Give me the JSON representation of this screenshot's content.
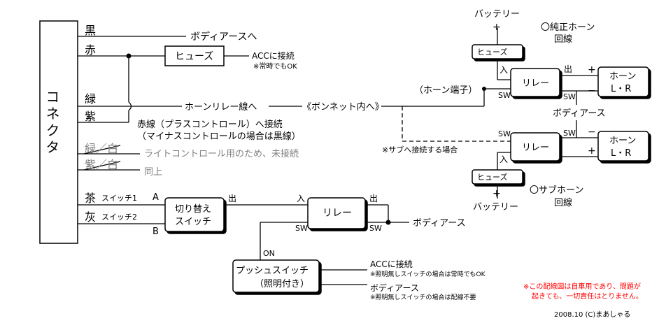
{
  "connector": {
    "label": "コネクタ"
  },
  "wires": {
    "black": {
      "color_label": "黒",
      "dest": "ボディアースへ"
    },
    "red": {
      "color_label": "赤",
      "fuse": "ヒューズ",
      "dest": "ACCに接続",
      "note": "※常時でもOK"
    },
    "green": {
      "color_label": "緑",
      "dest": "ホーンリレー線へ",
      "bonnet": "《ボンネット内へ》",
      "horn_terminal": "（ホーン端子）"
    },
    "purple": {
      "color_label": "紫",
      "note_line1": "赤線（プラスコントロール）へ接続",
      "note_line2": "（マイナスコントロールの場合は黒線）"
    },
    "green_white": {
      "color_label": "緑／白",
      "note": "ライトコントロール用のため、未接続"
    },
    "purple_white": {
      "color_label": "紫／白",
      "note": "同上"
    },
    "brown": {
      "color_label": "茶",
      "switch_label": "スイッチ1",
      "terminal": "A"
    },
    "gray": {
      "color_label": "灰",
      "switch_label": "スイッチ2",
      "terminal": "B"
    }
  },
  "selector_switch": {
    "line1": "切り替え",
    "line2": "スイッチ",
    "out_label": "出"
  },
  "low_relay": {
    "label": "リレー",
    "in": "入",
    "out": "出",
    "sw_left": "SW",
    "sw_right": "SW",
    "ground": "ボディアース"
  },
  "push_switch": {
    "line1": "プッシュスイッチ",
    "line2": "（照明付き）",
    "on_label": "ON",
    "acc": "ACCに接続",
    "acc_note": "※照明無しスイッチの場合は常時でもOK",
    "ground": "ボディアース",
    "ground_note": "※照明無しスイッチの場合は配線不要"
  },
  "sub_note": "※サブへ接続する場合",
  "main_horn": {
    "battery": "バッテリー",
    "plus": "+",
    "fuse": "ヒューズ",
    "relay": "リレー",
    "in": "入",
    "out": "出",
    "sw_left": "SW",
    "sw_right": "SW",
    "horn_line1": "ホーン",
    "horn_line2": "L・R",
    "horn_plus": "+",
    "horn_minus": "−",
    "circuit_line1": "〇純正ホーン",
    "circuit_line2": "回線"
  },
  "body_ground_center": "ボディアース",
  "sub_horn": {
    "battery": "バッテリー",
    "plus": "+",
    "fuse": "ヒューズ",
    "relay": "リレー",
    "in": "入",
    "sw_left": "SW",
    "sw_right": "SW",
    "horn_line1": "ホーン",
    "horn_line2": "L・R",
    "horn_plus": "+",
    "horn_minus": "−",
    "circuit_line1": "〇サブホーン",
    "circuit_line2": "回線"
  },
  "disclaimer": {
    "line1": "※この配線図は自車用であり、問題が",
    "line2": "起きても、一切責任はとりません。",
    "color": "#ff0000"
  },
  "credit": "2008.10 (C)まあしゃる",
  "colors": {
    "muted": "#808080",
    "line": "#000000"
  }
}
